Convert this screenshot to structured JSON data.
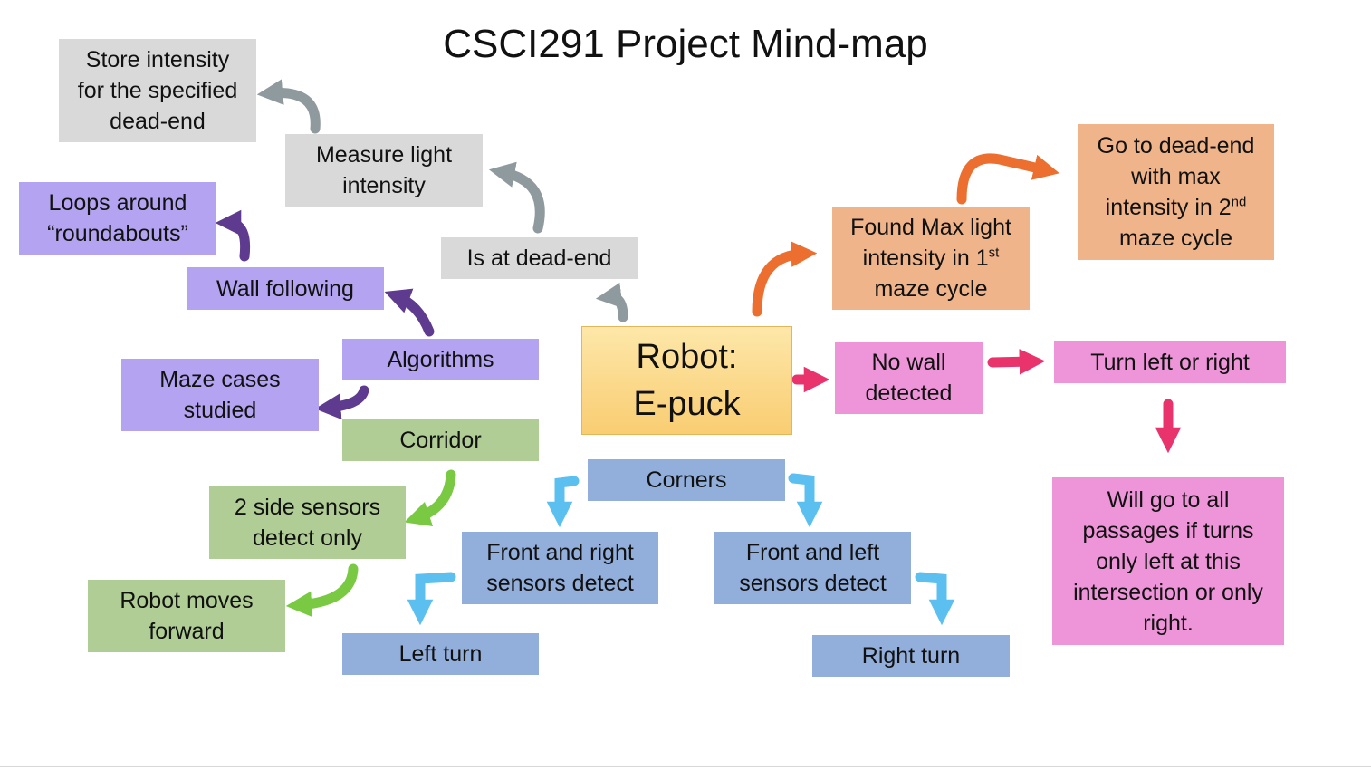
{
  "title": "CSCI291 Project Mind-map",
  "colors": {
    "gray_box": "#d9d9d9",
    "purple_box": "#b4a3f0",
    "green_box": "#afcd95",
    "blue_box": "#92aedb",
    "orange_box": "#efb48a",
    "pink_box": "#ee94d8",
    "robot_box": "#f9cd72",
    "gray_arrow": "#8f9a9e",
    "purple_arrow": "#5e3b8f",
    "green_arrow": "#7ac943",
    "blue_arrow": "#5bc0f0",
    "orange_arrow": "#ec6f2f",
    "pink_arrow": "#e8336d"
  },
  "nodes": {
    "robot": "Robot:\nE-puck",
    "store_intensity": "Store intensity\nfor the specified\ndead-end",
    "measure_light": "Measure light\nintensity",
    "is_dead_end": "Is at dead-end",
    "loops": "Loops around\n“roundabouts”",
    "wall_following": "Wall following",
    "algorithms": "Algorithms",
    "maze_cases": "Maze cases\nstudied",
    "corridor": "Corridor",
    "two_side": "2 side sensors\ndetect only",
    "moves_forward": "Robot  moves\nforward",
    "corners": "Corners",
    "front_right": "Front and right\nsensors detect",
    "front_left": "Front and left\nsensors detect",
    "left_turn": "Left turn",
    "right_turn": "Right turn",
    "found_max_pre": "Found Max light\nintensity in 1",
    "found_max_sup": "st",
    "found_max_post": "\nmaze cycle",
    "go_dead_end_pre": "Go to dead-end\nwith max\nintensity in 2",
    "go_dead_end_sup": "nd",
    "go_dead_end_post": "\nmaze cycle",
    "no_wall": "No wall\ndetected",
    "turn_lr": "Turn left or right",
    "will_go": "Will go to all\npassages if turns\nonly left at this\nintersection or only\nright."
  }
}
